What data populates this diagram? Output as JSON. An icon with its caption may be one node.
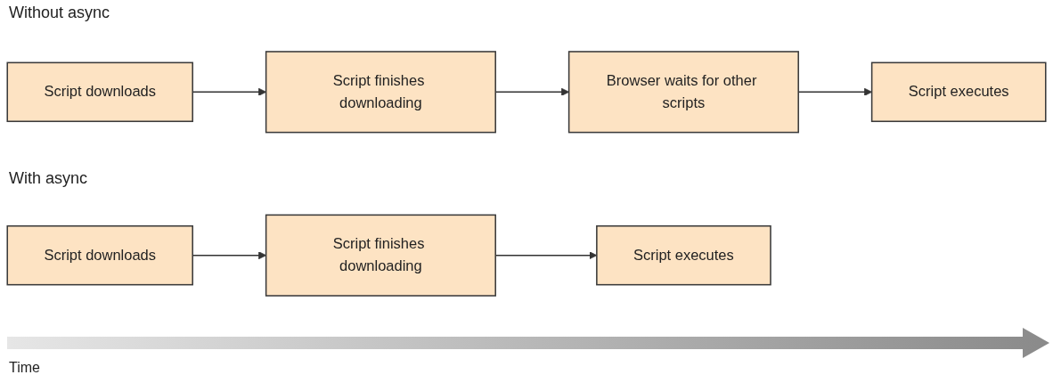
{
  "diagram": {
    "nodes": [
      {
        "text": [
          "Script downloads"
        ]
      },
      {
        "text": [
          "Script finishes downloading"
        ]
      },
      {
        "text": [
          "Browser waits for other scripts"
        ]
      },
      {
        "text": [
          "Script executes"
        ]
      },
      {
        "text": [
          "Script downloads"
        ]
      },
      {
        "text": [
          "Script finishes downloading"
        ]
      },
      {
        "text": [
          "Script executes"
        ]
      }
    ],
    "edges": [
      {
        "from": 0,
        "to": 1,
        "arrow": "to"
      },
      {
        "from": 1,
        "to": 2,
        "arrow": "to"
      },
      {
        "from": 2,
        "to": 3,
        "arrow": "to"
      },
      {
        "from": 4,
        "to": 5,
        "arrow": "to"
      },
      {
        "from": 5,
        "to": 6,
        "arrow": "to"
      }
    ],
    "labels": [
      "Without async",
      "With async",
      "Time"
    ]
  }
}
